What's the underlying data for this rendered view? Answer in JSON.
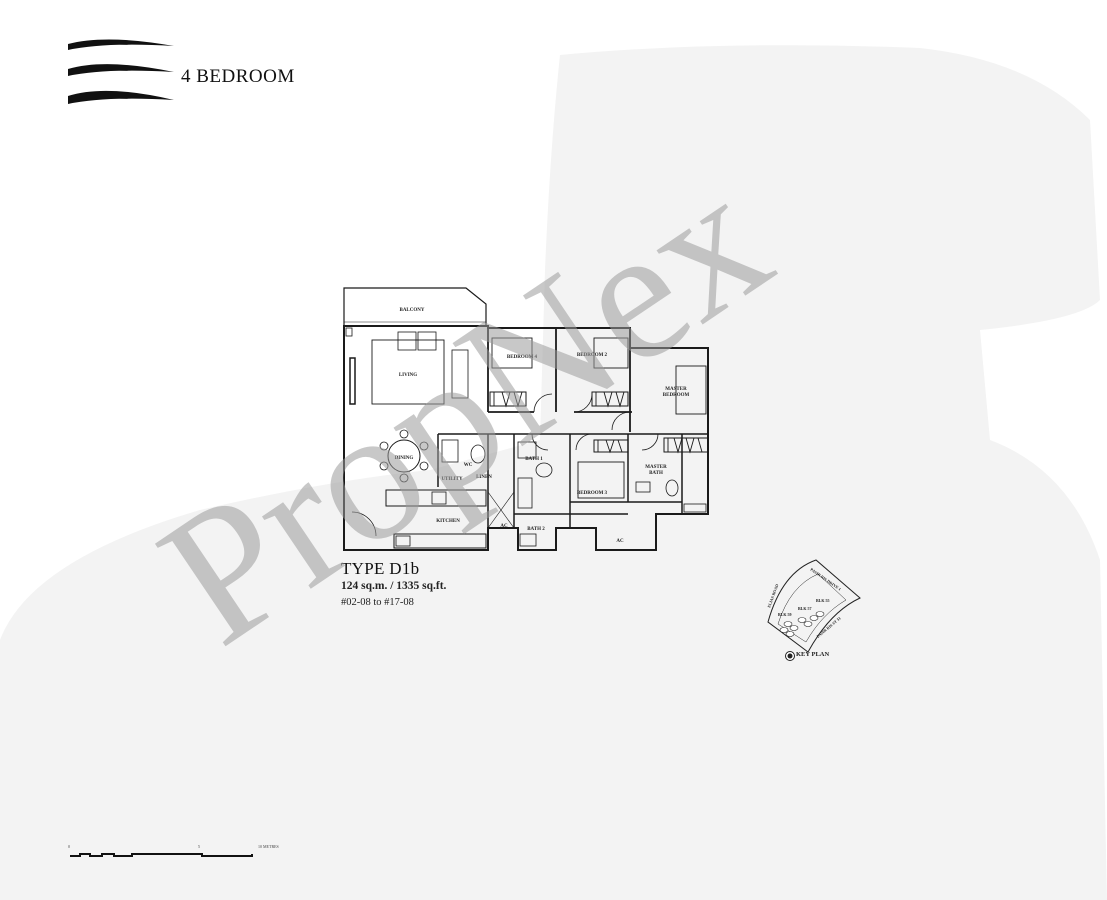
{
  "header": {
    "title": "4 BEDROOM"
  },
  "unit": {
    "type_label": "TYPE D1b",
    "area": "124 sq.m. / 1335 sq.ft.",
    "unit_range": "#02-08 to #17-08"
  },
  "rooms": {
    "balcony": "BALCONY",
    "living": "LIVING",
    "dining": "DINING",
    "bedroom_4": "BEDROOM 4",
    "bedroom_2": "BEDROOM 2",
    "bedroom_3": "BEDROOM 3",
    "master_bedroom_line1": "MASTER",
    "master_bedroom_line2": "BEDROOM",
    "master_bath_line1": "MASTER",
    "master_bath_line2": "BATH",
    "bath_1": "BATH 1",
    "bath_2": "BATH 2",
    "utility": "UTILITY",
    "linen": "LINEN",
    "kitchen": "KITCHEN",
    "ac_1": "AC",
    "ac_2": "AC",
    "wc": "WC"
  },
  "key_plan": {
    "label": "KEY PLAN",
    "road_1": "PASIR RIS DRIVE 1",
    "road_2": "ELIAS ROAD",
    "road_3": "PASIR RIS ST 51",
    "block_1": "BLK 55",
    "block_2": "BLK 57",
    "block_3": "BLK 59"
  },
  "scale": {
    "tick_0": "0",
    "tick_mid": "5",
    "tick_end": "10 METRES"
  },
  "watermark": {
    "text": "PropNex"
  },
  "colors": {
    "background": "#ffffff",
    "blob": "#f2f2f2",
    "line": "#1a1a1a",
    "watermark": "#b5b5b5"
  }
}
